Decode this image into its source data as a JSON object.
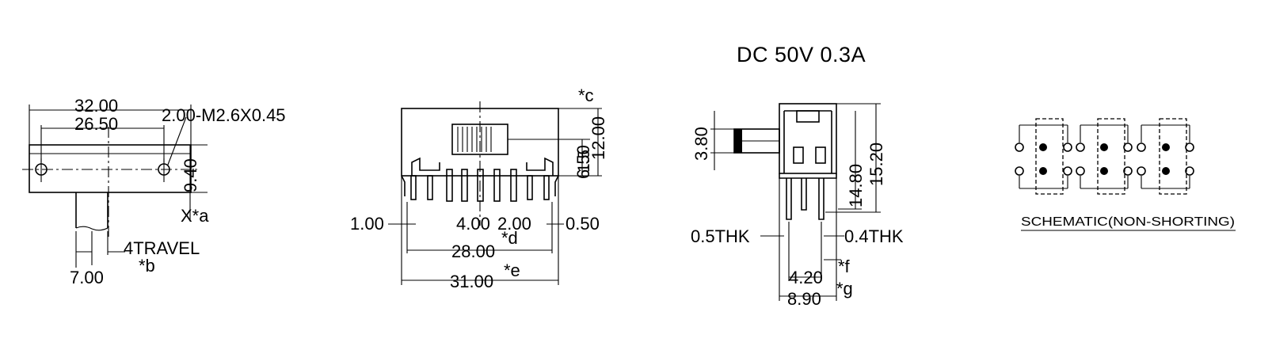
{
  "rating": "DC  50V  0.3A",
  "front_view": {
    "overall_width": "32.00",
    "hole_spacing": "26.50",
    "mount_holes": "2.00-M2.6X0.45",
    "height": "9.40",
    "note_a": "X*a",
    "travel": "4TRAVEL",
    "note_b": "*b",
    "knob_offset": "7.00"
  },
  "top_view": {
    "note_c": "*c",
    "dim_650": "6.50",
    "dim_1200": "12.00",
    "dim_15": "1.5",
    "dim_100": "1.00",
    "pitch_400": "4.00",
    "pitch_200": "2.00",
    "dim_050": "0.50",
    "note_d": "*d",
    "pins_span": "28.00",
    "overall": "31.00",
    "note_e": "*e"
  },
  "side_view": {
    "knob_height": "3.80",
    "height_1480": "14.80",
    "height_1520": "15.20",
    "thk_left": "0.5THK",
    "thk_right": "0.4THK",
    "note_f": "*f",
    "pitch_420": "4.20",
    "note_g": "*g",
    "width_890": "8.90"
  },
  "schematic": {
    "label": "SCHEMATIC(NON-SHORTING)"
  }
}
